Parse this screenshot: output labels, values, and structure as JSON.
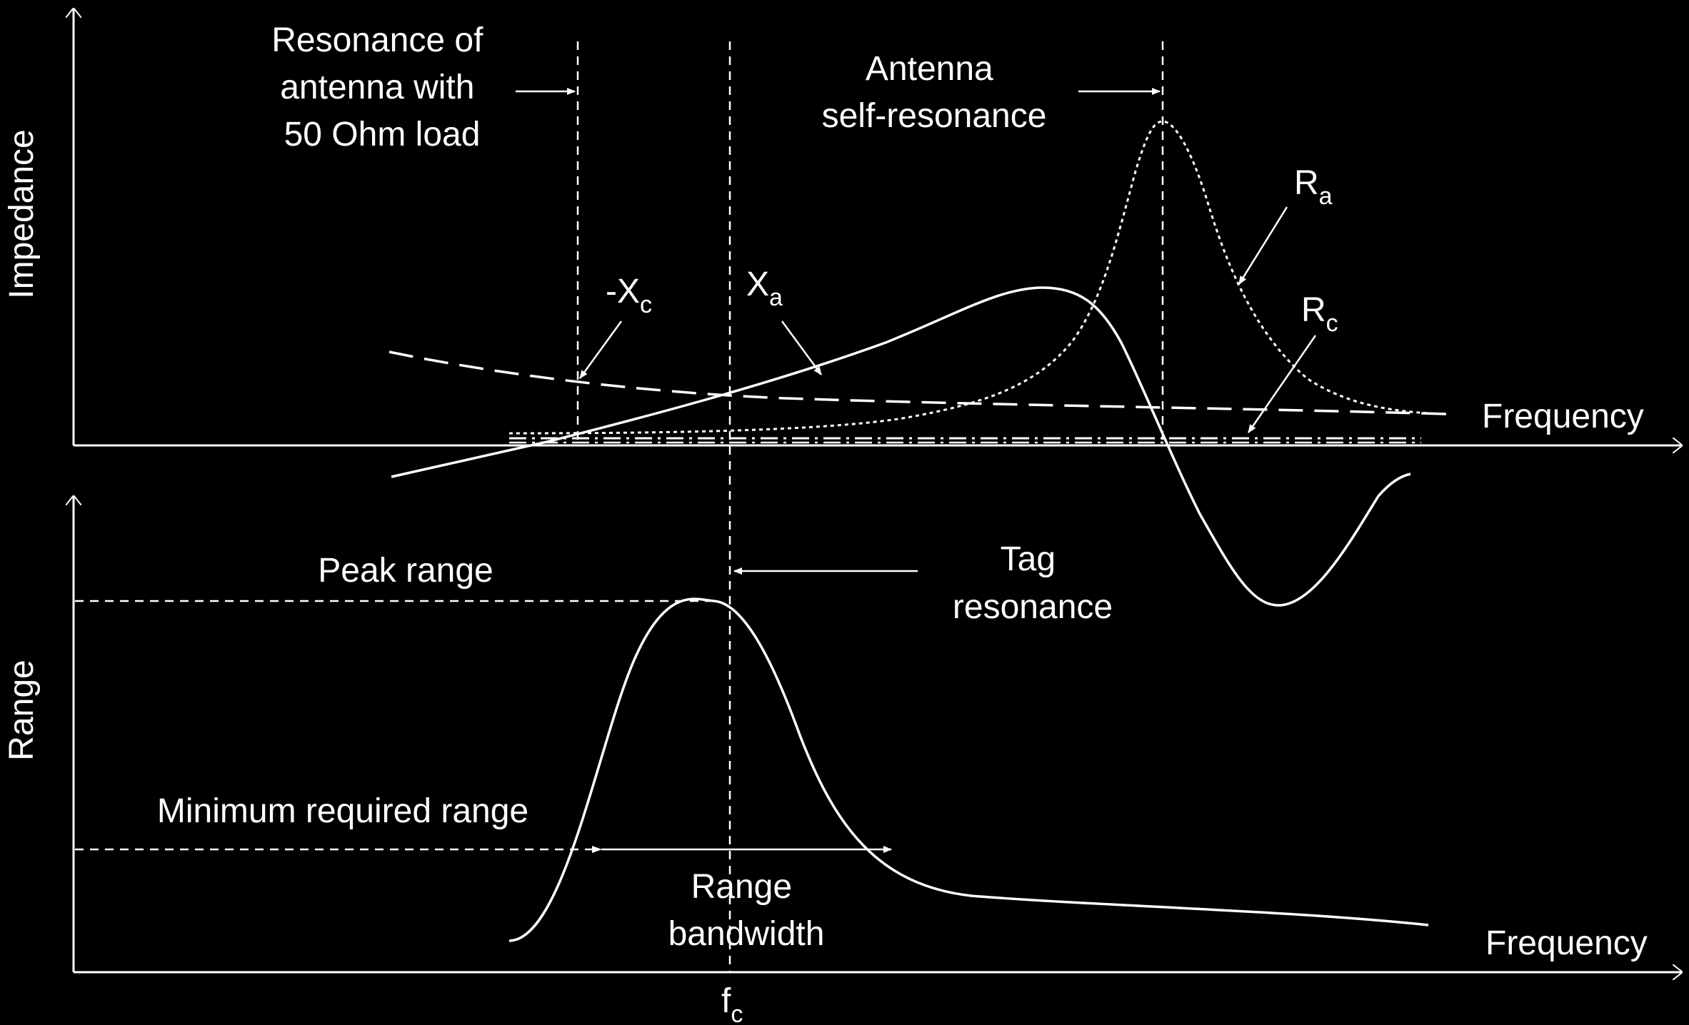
{
  "upper_plot": {
    "y_axis_label": "Impedance",
    "x_axis_label": "Frequency",
    "annotation_load_resonance": [
      "Resonance of",
      "antenna with",
      "50 Ohm load"
    ],
    "annotation_self_resonance": [
      "Antenna",
      "self-resonance"
    ],
    "curve_labels": {
      "neg_xc": {
        "main": "-X",
        "sub": "c"
      },
      "xa": {
        "main": "X",
        "sub": "a"
      },
      "ra": {
        "main": "R",
        "sub": "a"
      },
      "rc": {
        "main": "R",
        "sub": "c"
      }
    }
  },
  "lower_plot": {
    "y_axis_label": "Range",
    "x_axis_label": "Frequency",
    "peak_range_label": "Peak range",
    "tag_resonance_label": [
      "Tag",
      "resonance"
    ],
    "min_range_label": "Minimum required range",
    "bandwidth_label": [
      "Range",
      "bandwidth"
    ],
    "fc_label": {
      "main": "f",
      "sub": "c"
    }
  },
  "colors": {
    "background": "#000000",
    "foreground": "#ffffff"
  }
}
